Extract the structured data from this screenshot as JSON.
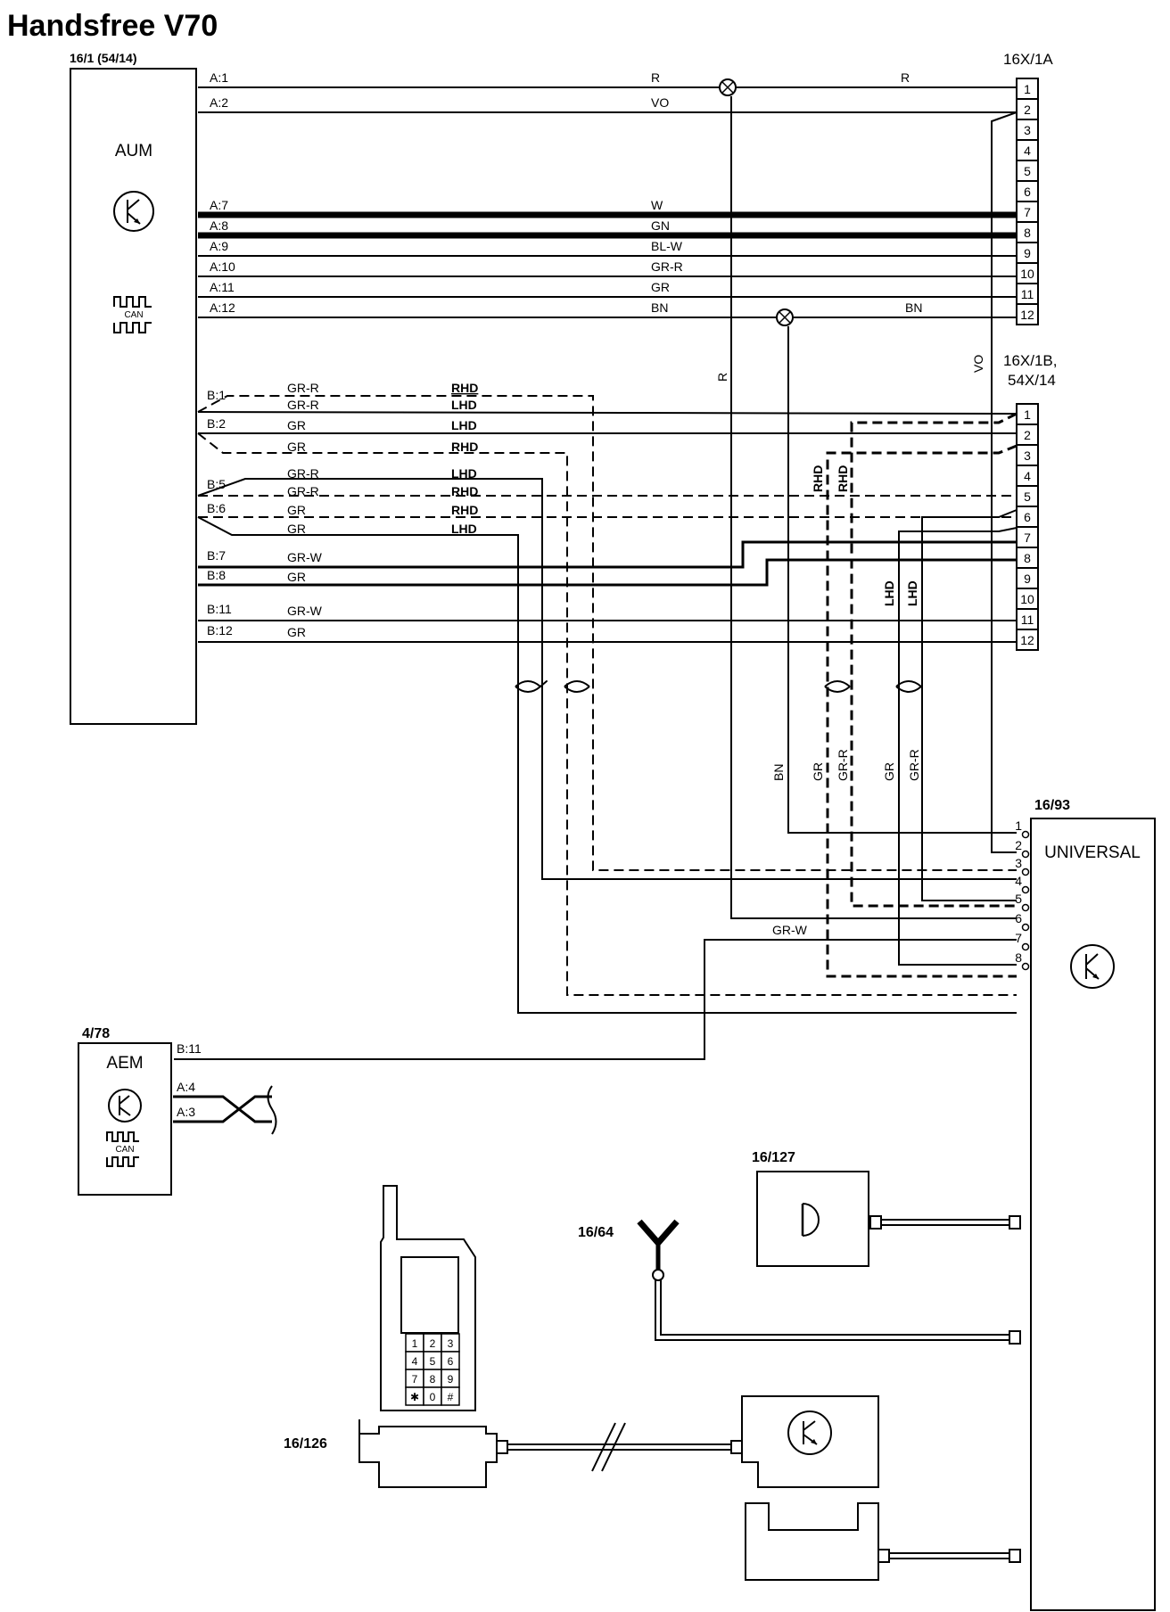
{
  "title": "Handsfree V70",
  "components": {
    "aum": {
      "ref": "16/1 (54/14)",
      "name": "AUM",
      "can": "CAN"
    },
    "conn_1a": {
      "ref": "16X/1A",
      "pins": [
        "1",
        "2",
        "3",
        "4",
        "5",
        "6",
        "7",
        "8",
        "9",
        "10",
        "11",
        "12"
      ]
    },
    "conn_1b": {
      "ref1": "16X/1B,",
      "ref2": "54X/14",
      "pins": [
        "1",
        "2",
        "3",
        "4",
        "5",
        "6",
        "7",
        "8",
        "9",
        "10",
        "11",
        "12"
      ]
    },
    "universal": {
      "ref": "16/93",
      "name": "UNIVERSAL",
      "pins": [
        "1",
        "2",
        "3",
        "4",
        "5",
        "6",
        "7",
        "8"
      ]
    },
    "aem": {
      "ref": "4/78",
      "name": "AEM",
      "can": "CAN",
      "pins": [
        "B:11",
        "A:4",
        "A:3"
      ]
    },
    "microphone": {
      "ref": "16/127"
    },
    "antenna": {
      "ref": "16/64"
    },
    "phone_holder": {
      "ref": "16/126"
    },
    "keypad": [
      "1",
      "2",
      "3",
      "4",
      "5",
      "6",
      "7",
      "8",
      "9",
      "✱",
      "0",
      "#"
    ]
  },
  "aum_pins_a": [
    "A:1",
    "A:2",
    "A:7",
    "A:8",
    "A:9",
    "A:10",
    "A:11",
    "A:12"
  ],
  "aum_pins_b": [
    "B:1",
    "B:2",
    "B:5",
    "B:6",
    "B:7",
    "B:8",
    "B:11",
    "B:12"
  ],
  "wire_colors_a": [
    "R",
    "VO",
    "W",
    "GN",
    "BL-W",
    "GR-R",
    "GR",
    "BN"
  ],
  "wire_colors_a_right": [
    "R",
    "BN"
  ],
  "wire_colors_b": [
    "GR-R",
    "GR-R",
    "GR",
    "GR",
    "GR-R",
    "GR-R",
    "GR",
    "GR",
    "GR-W",
    "GR",
    "GR-W",
    "GR"
  ],
  "side_tags": [
    "RHD",
    "LHD",
    "LHD",
    "RHD",
    "LHD",
    "RHD",
    "RHD",
    "LHD"
  ],
  "vertical_labels": {
    "r": "R",
    "vo": "VO",
    "rhd1": "RHD",
    "rhd2": "RHD",
    "lhd1": "LHD",
    "lhd2": "LHD",
    "bn": "BN",
    "gr1": "GR",
    "grr1": "GR-R",
    "gr2": "GR",
    "grr2": "GR-R"
  },
  "grw_label": "GR-W"
}
